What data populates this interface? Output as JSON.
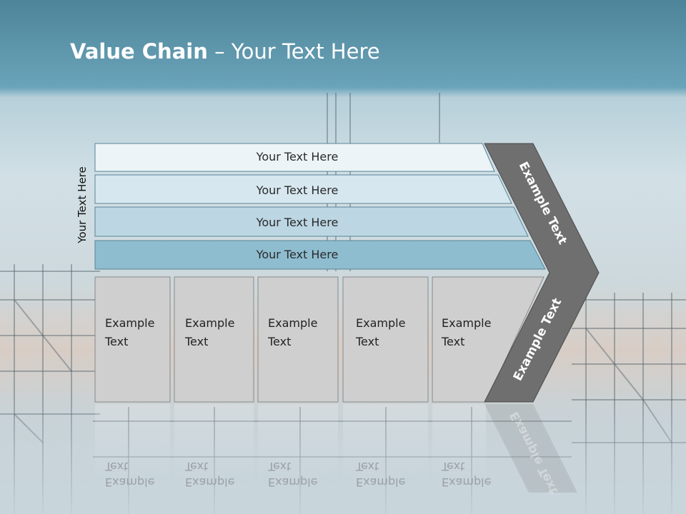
{
  "slide": {
    "title_bold": "Value Chain",
    "title_rest": " – Your Text Here",
    "side_label": "Your Text Here"
  },
  "bars": [
    {
      "label": "Your Text Here",
      "color": "#ecf4f8"
    },
    {
      "label": "Your Text Here",
      "color": "#d6e7ef"
    },
    {
      "label": "Your Text Here",
      "color": "#bcd6e3"
    },
    {
      "label": "Your Text Here",
      "color": "#8fbdd0"
    }
  ],
  "boxes": [
    {
      "line1": "Example",
      "line2": "Text"
    },
    {
      "line1": "Example",
      "line2": "Text"
    },
    {
      "line1": "Example",
      "line2": "Text"
    },
    {
      "line1": "Example",
      "line2": "Text"
    },
    {
      "line1": "Example",
      "line2": "Text"
    }
  ],
  "chevron": {
    "upper_label": "Example Text",
    "lower_label": "Example Text",
    "color": "#6f6f6f"
  },
  "colors": {
    "header": "#5f98ad",
    "box_fill": "#cfcfcf",
    "bar_stroke": "#5a8496"
  }
}
